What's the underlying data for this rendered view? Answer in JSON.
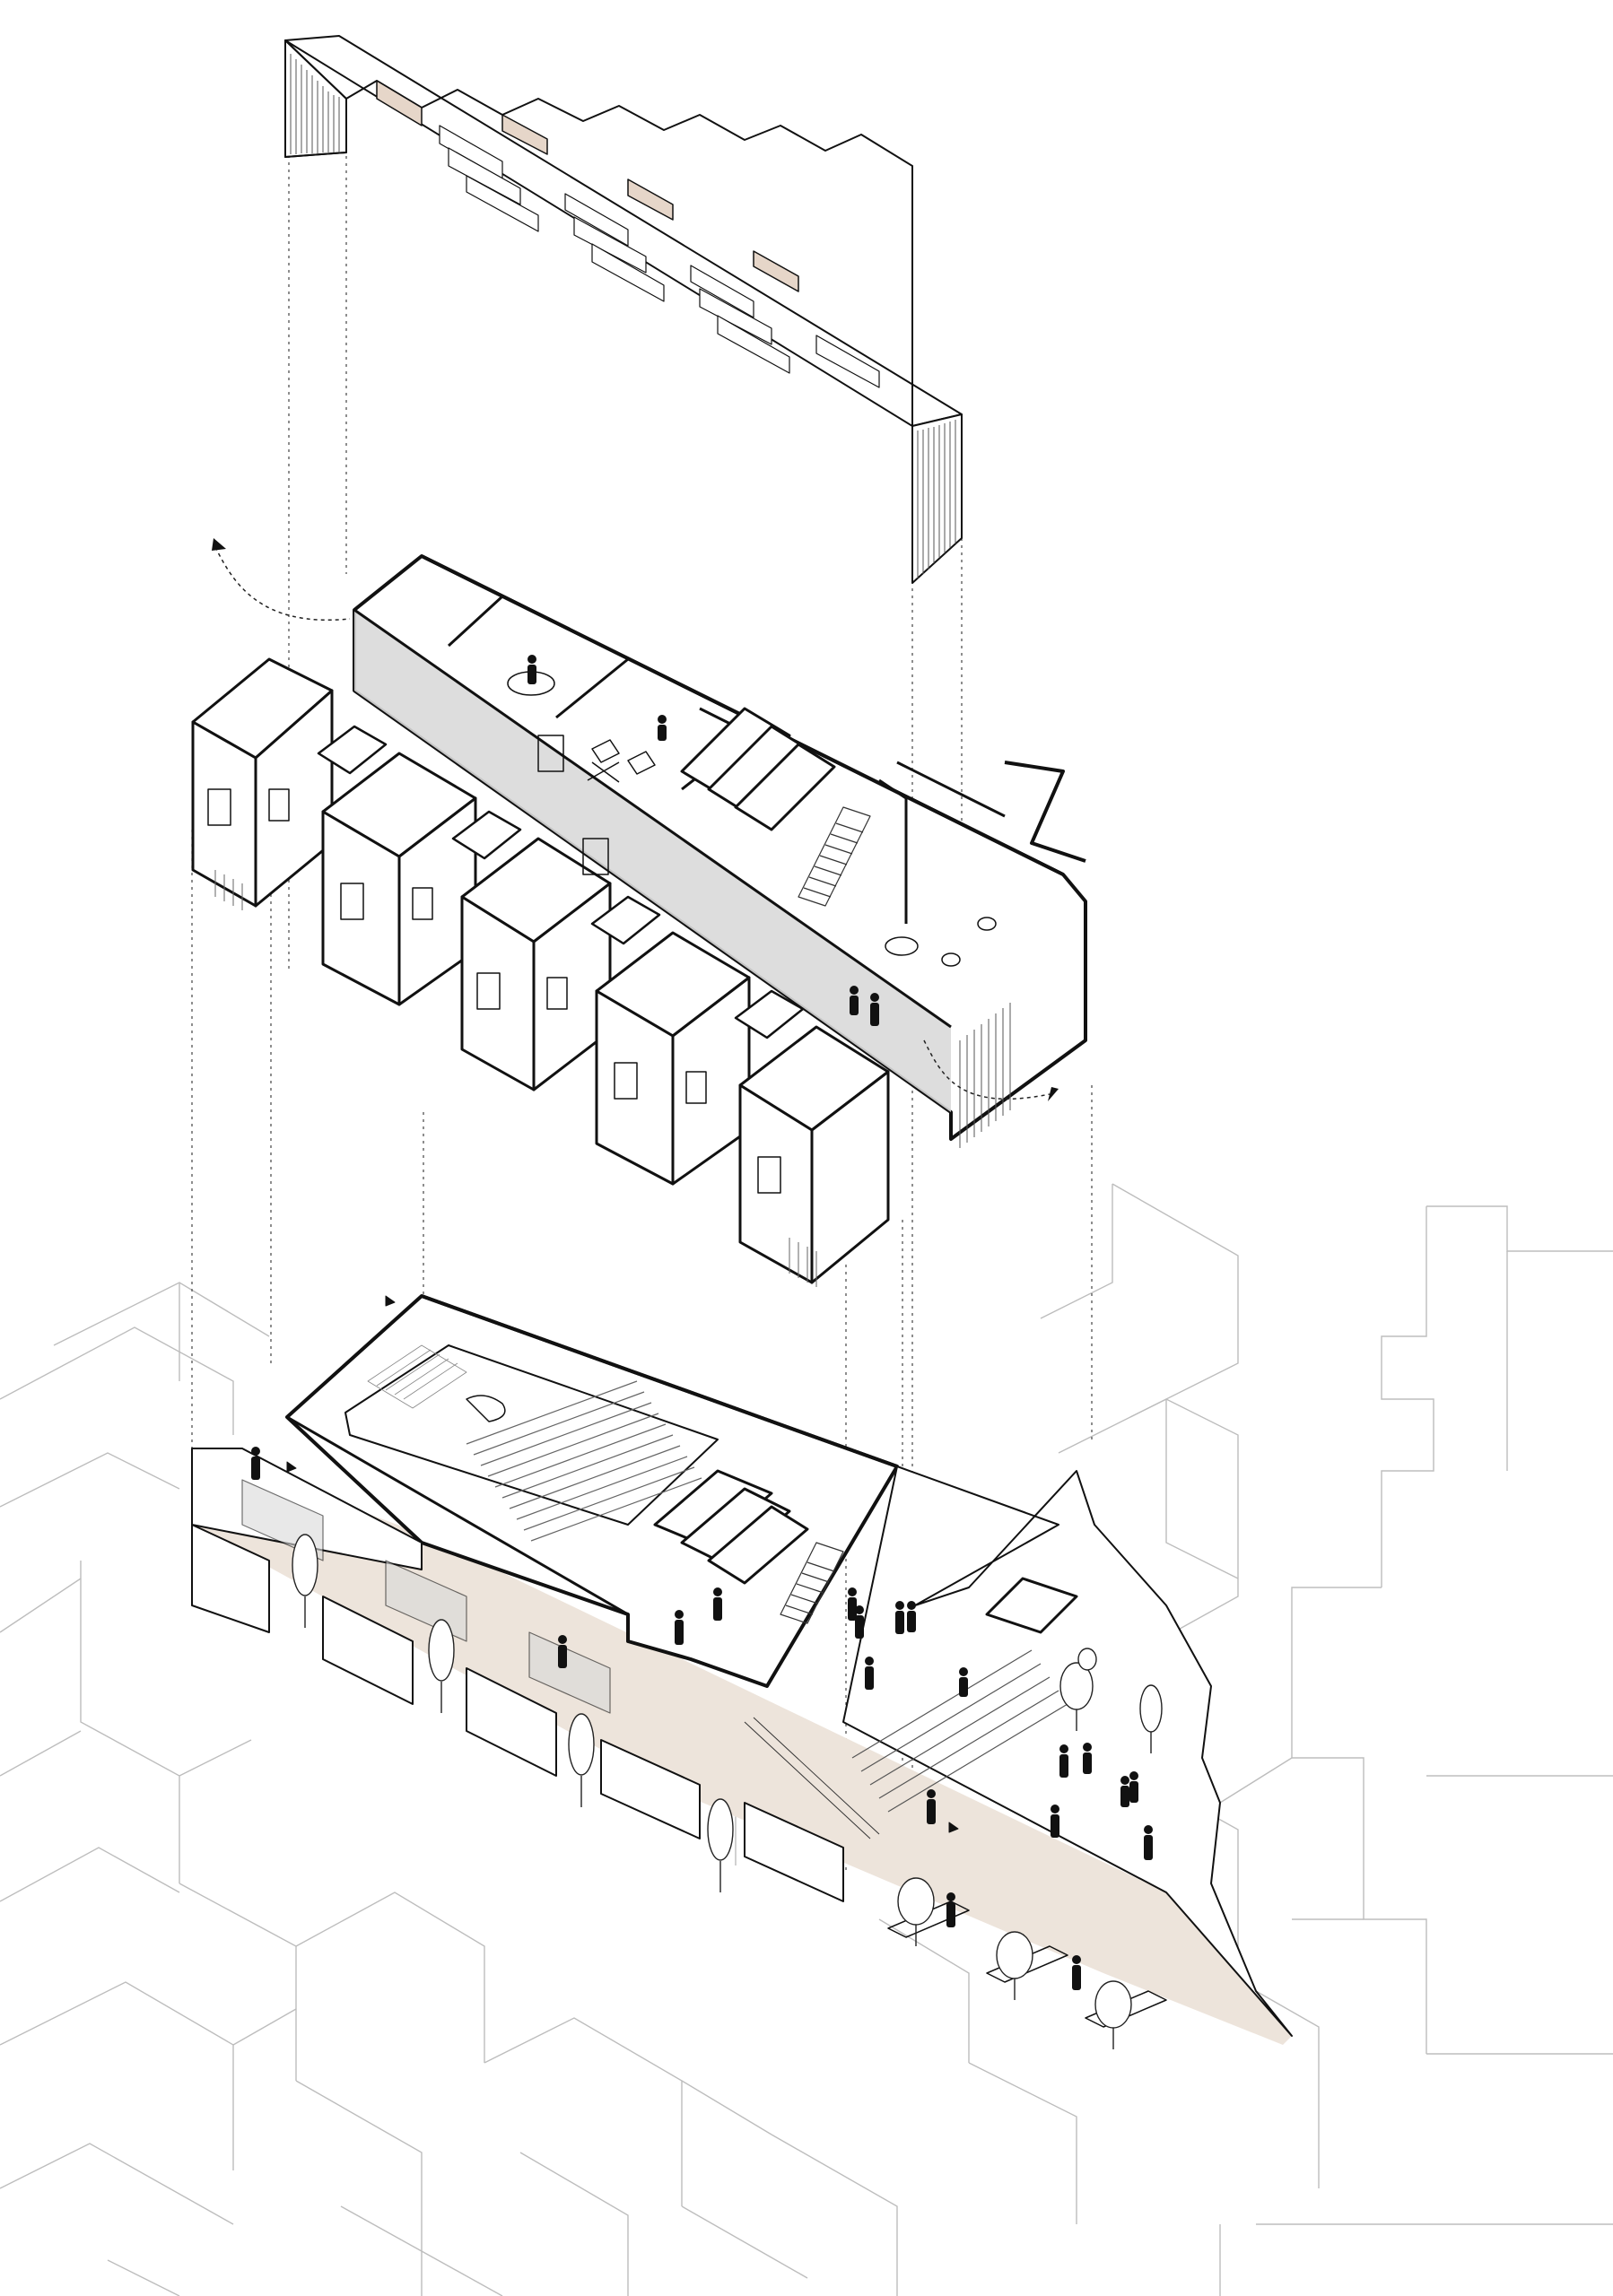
{
  "diagram": {
    "kind": "exploded-axonometric",
    "text_labels": [],
    "layers": [
      {
        "name": "roof-skylights"
      },
      {
        "name": "upper-floor-classrooms"
      },
      {
        "name": "ground-floor-auditorium-plaza"
      },
      {
        "name": "urban-context"
      }
    ],
    "figure_counts": {
      "people_upper_floor": 4,
      "people_ground_plaza": 18,
      "trees": 10
    },
    "colors": {
      "line": "#111111",
      "context_line": "#bdbdbd",
      "dashed_guide": "#444444",
      "wall_fill": "#ffffff",
      "corridor_shade": "#d9d9d9",
      "street_tint": "#ede4db",
      "skylight_tint": "#e6d6c9"
    }
  }
}
